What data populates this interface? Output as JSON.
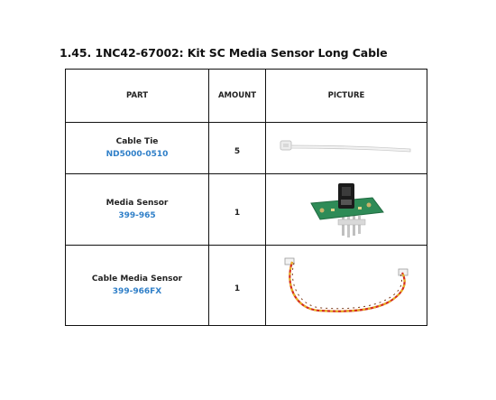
{
  "section": {
    "title": "1.45. 1NC42-67002: Kit SC Media Sensor Long Cable"
  },
  "table": {
    "headers": {
      "part": "PART",
      "amount": "AMOUNT",
      "picture": "PICTURE"
    },
    "rows": [
      {
        "name": "Cable Tie",
        "code": "ND5000-0510",
        "amount": "5",
        "picture_icon": "cable-tie-image"
      },
      {
        "name": "Media Sensor",
        "code": "399-965",
        "amount": "1",
        "picture_icon": "media-sensor-image"
      },
      {
        "name": "Cable Media Sensor",
        "code": "399-966FX",
        "amount": "1",
        "picture_icon": "sensor-cable-image"
      }
    ]
  },
  "colors": {
    "part_code": "#2f7fc8",
    "border": "#111111",
    "pcb_green": "#2e8b57"
  }
}
